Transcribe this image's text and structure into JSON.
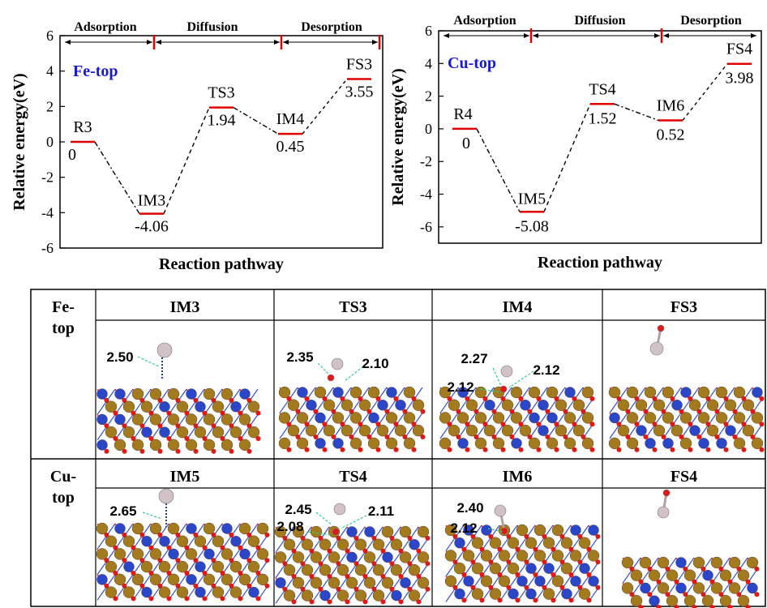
{
  "chart_data": [
    {
      "type": "line",
      "panel_label": "Fe-top",
      "ylabel": "Relative energy(eV)",
      "xlabel": "Reaction pathway",
      "ylim": [
        -6,
        6
      ],
      "yticks": [
        -6,
        -4,
        -2,
        0,
        2,
        4,
        6
      ],
      "stages": [
        "Adsorption",
        "Diffusion",
        "Desorption"
      ],
      "states": [
        {
          "name": "R3",
          "energy": 0,
          "label": "0"
        },
        {
          "name": "IM3",
          "energy": -4.06,
          "label": "-4.06"
        },
        {
          "name": "TS3",
          "energy": 1.94,
          "label": "1.94"
        },
        {
          "name": "IM4",
          "energy": 0.45,
          "label": "0.45"
        },
        {
          "name": "FS3",
          "energy": 3.55,
          "label": "3.55"
        }
      ]
    },
    {
      "type": "line",
      "panel_label": "Cu-top",
      "ylabel": "Relative energy(eV)",
      "xlabel": "Reaction pathway",
      "ylim": [
        -7,
        6
      ],
      "yticks": [
        -6,
        -4,
        -2,
        0,
        2,
        4,
        6
      ],
      "stages": [
        "Adsorption",
        "Diffusion",
        "Desorption"
      ],
      "states": [
        {
          "name": "R4",
          "energy": 0,
          "label": "0"
        },
        {
          "name": "IM5",
          "energy": -5.08,
          "label": "-5.08"
        },
        {
          "name": "TS4",
          "energy": 1.52,
          "label": "1.52"
        },
        {
          "name": "IM6",
          "energy": 0.52,
          "label": "0.52"
        },
        {
          "name": "FS4",
          "energy": 3.98,
          "label": "3.98"
        }
      ]
    }
  ],
  "structures": {
    "rows": [
      {
        "label_line1": "Fe-",
        "label_line2": "top",
        "columns": [
          {
            "title": "IM3",
            "distances": [
              "2.50"
            ]
          },
          {
            "title": "TS3",
            "distances": [
              "2.35",
              "2.10"
            ]
          },
          {
            "title": "IM4",
            "distances": [
              "2.27",
              "2.12",
              "2.12"
            ]
          },
          {
            "title": "FS3",
            "distances": []
          }
        ]
      },
      {
        "label_line1": "Cu-",
        "label_line2": "top",
        "columns": [
          {
            "title": "IM5",
            "distances": [
              "2.65"
            ]
          },
          {
            "title": "TS4",
            "distances": [
              "2.45",
              "2.11",
              "2.08"
            ]
          },
          {
            "title": "IM6",
            "distances": [
              "2.40",
              "2.12"
            ]
          },
          {
            "title": "FS4",
            "distances": []
          }
        ]
      }
    ]
  },
  "colors": {
    "level": "#e00000",
    "panel_label": "#1a1ad0",
    "atom_gold": "#a47a1e",
    "atom_blue": "#2c46c8",
    "atom_red": "#e01818",
    "atom_pink": "#d0c2c6",
    "guide_green": "#33cc88"
  }
}
